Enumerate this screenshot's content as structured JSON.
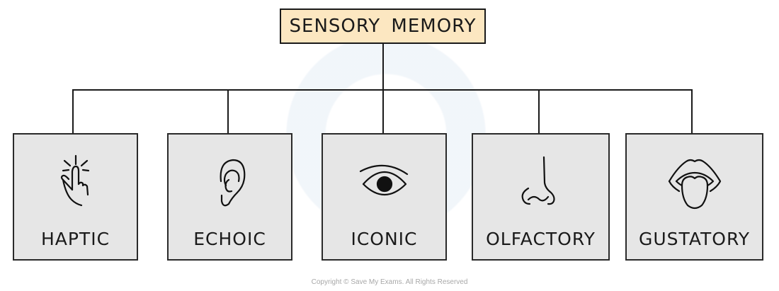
{
  "diagram": {
    "root": {
      "label": "SENSORY MEMORY",
      "fill": "#fce7c1"
    },
    "children": [
      {
        "label": "HAPTIC",
        "icon": "pointing-finger-icon"
      },
      {
        "label": "ECHOIC",
        "icon": "ear-icon"
      },
      {
        "label": "ICONIC",
        "icon": "eye-icon"
      },
      {
        "label": "OLFACTORY",
        "icon": "nose-icon"
      },
      {
        "label": "GUSTATORY",
        "icon": "mouth-tongue-icon"
      }
    ],
    "box_fill": "#e6e6e6"
  },
  "footer": {
    "copyright": "Copyright © Save My Exams. All Rights Reserved"
  }
}
